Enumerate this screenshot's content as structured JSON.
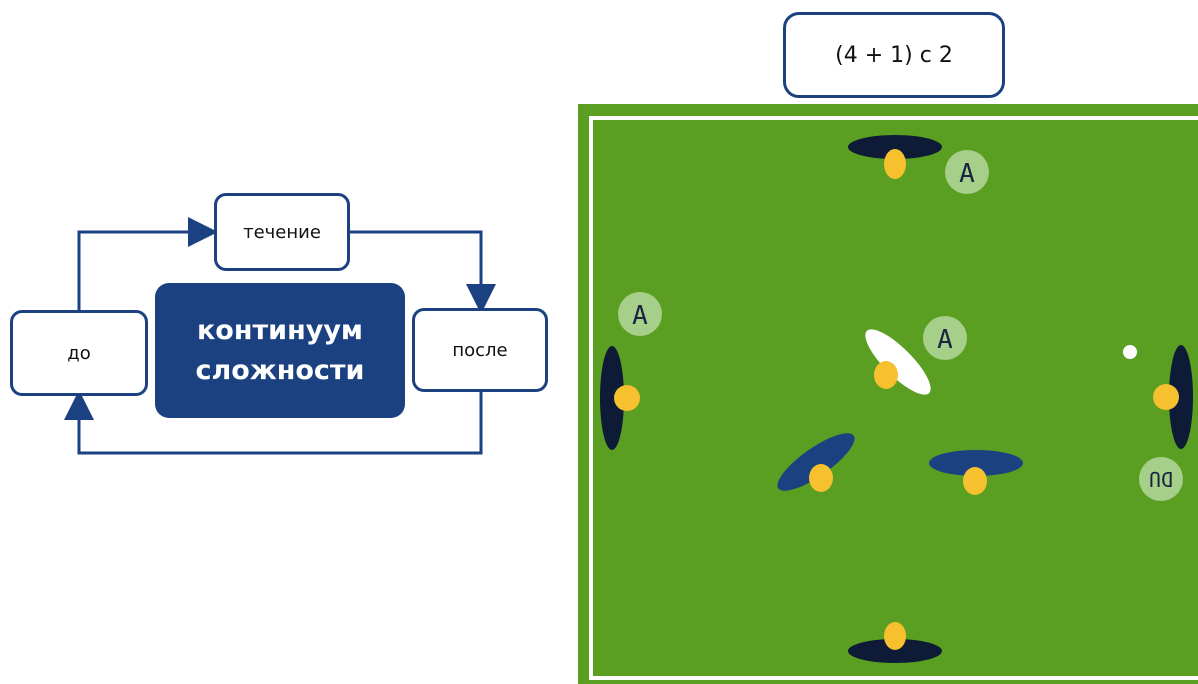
{
  "flow": {
    "top_label": "течение",
    "left_label": "до",
    "right_label": "после",
    "center_line1": "континуум",
    "center_line2": "сложности"
  },
  "field": {
    "formula": "(4 + 1) с 2",
    "tags": {
      "top": "A",
      "left": "A",
      "center": "A",
      "right": "DU"
    }
  },
  "colors": {
    "accent": "#1c4180",
    "field_green": "#5a9e22",
    "player": "#f7c02f",
    "dark_zone": "#0e1b36",
    "blue_zone": "#1c4180",
    "tag_bg": "#a6cf8a"
  }
}
